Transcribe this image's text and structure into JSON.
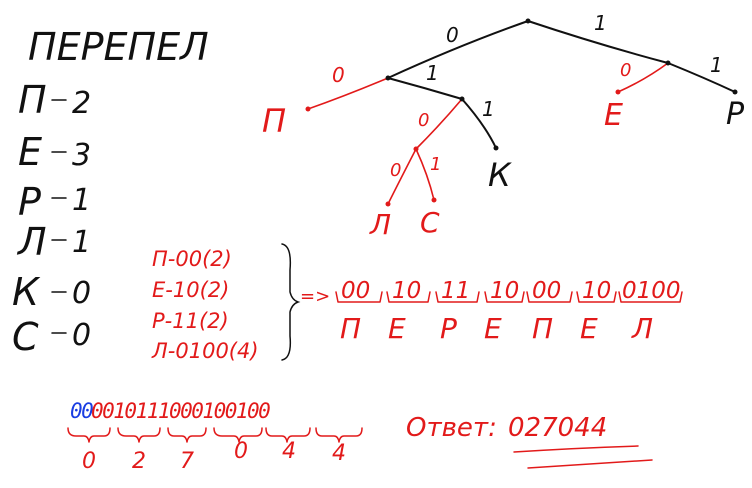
{
  "word": "ПЕРЕПЕЛ",
  "counts": [
    {
      "letter": "П",
      "count": "2"
    },
    {
      "letter": "Е",
      "count": "3"
    },
    {
      "letter": "Р",
      "count": "1"
    },
    {
      "letter": "Л",
      "count": "1"
    },
    {
      "letter": "К",
      "count": "0"
    },
    {
      "letter": "С",
      "count": "0"
    }
  ],
  "tree": {
    "leaves": {
      "p": "П",
      "e": "Е",
      "r": "Р",
      "k": "К",
      "l": "Л",
      "c": "С"
    },
    "edge_bits": {
      "root_left": "0",
      "root_right": "1",
      "n1_p": "0",
      "n1_n2": "1",
      "n2_n3": "0",
      "n2_k": "1",
      "n3_l": "0",
      "n3_c": "1",
      "n4_e": "0",
      "n4_r": "1"
    }
  },
  "codes": [
    "П-00(2)",
    "Е-10(2)",
    "Р-11(2)",
    "Л-0100(4)"
  ],
  "arrow": "=>",
  "encoding": [
    {
      "code": "00",
      "letter": "П"
    },
    {
      "code": "10",
      "letter": "Е"
    },
    {
      "code": "11",
      "letter": "Р"
    },
    {
      "code": "10",
      "letter": "Е"
    },
    {
      "code": "00",
      "letter": "П"
    },
    {
      "code": "10",
      "letter": "Е"
    },
    {
      "code": "0100",
      "letter": "Л"
    }
  ],
  "bitstring": {
    "pad": "00",
    "bits": "0010111000100100"
  },
  "octal_digits": [
    "0",
    "2",
    "7",
    "0",
    "4",
    "4"
  ],
  "answer": {
    "label": "Ответ:",
    "value": "027044"
  },
  "colors": {
    "ink": "#111111",
    "red": "#e21a1a",
    "blue": "#1a3de2"
  }
}
